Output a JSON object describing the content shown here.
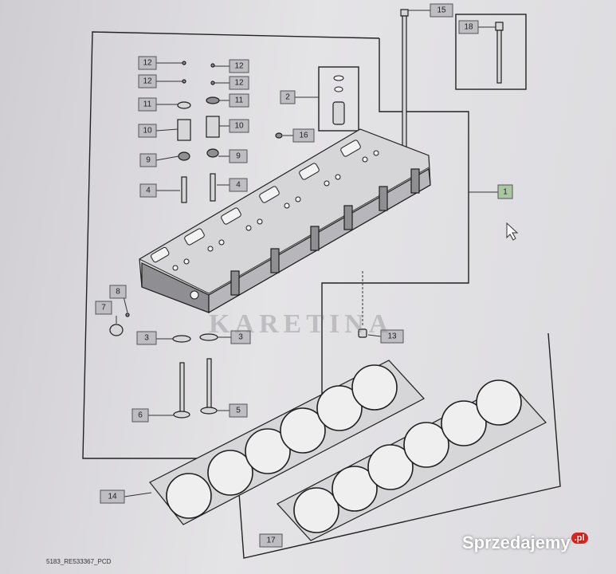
{
  "callouts": [
    "1",
    "2",
    "3",
    "4",
    "5",
    "6",
    "7",
    "8",
    "9",
    "10",
    "11",
    "12",
    "13",
    "14",
    "15",
    "16",
    "17",
    "18"
  ],
  "footer_code": "5183_RE533367_PCD",
  "watermark": "KARETINA",
  "site_logo": {
    "text": "Sprzedajemy",
    "suffix": ".pl",
    "accent": "#e2231a"
  }
}
